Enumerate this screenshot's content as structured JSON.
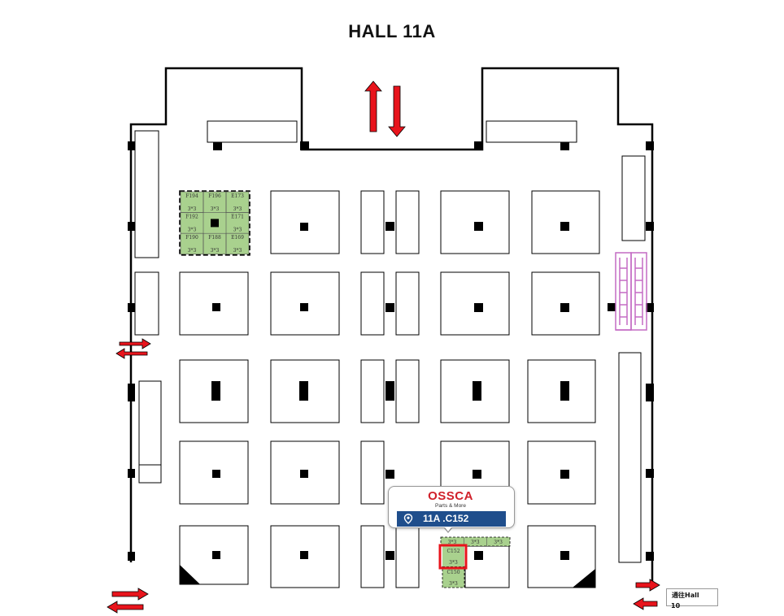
{
  "hall_title": "HALL 11A",
  "green_block": {
    "rows": [
      [
        "F194",
        "F196",
        "E173"
      ],
      [
        "F192",
        "",
        "E171"
      ],
      [
        "F190",
        "F188",
        "E169"
      ]
    ],
    "size_label": "3*3"
  },
  "target_block": {
    "top_row": [
      "3*3",
      "3*3",
      "3*3"
    ],
    "highlight_code": "C152",
    "highlight_size": "3*3",
    "below_code": "C150",
    "below_size": "3*3"
  },
  "callout": {
    "brand": "OSSCA",
    "tagline": "Parts & More",
    "location_icon": "map-pin-icon",
    "booth": "11A .C152",
    "brand_color": "#d0202a",
    "badge_color": "#1f4e8c"
  },
  "exit_link": {
    "line1": "通往Hall",
    "line2": "10"
  },
  "colors": {
    "booth_green": "#a9d18e",
    "arrow_red": "#e8141c",
    "stairs_magenta": "#c46bc4",
    "highlight_red": "#e8141c"
  }
}
